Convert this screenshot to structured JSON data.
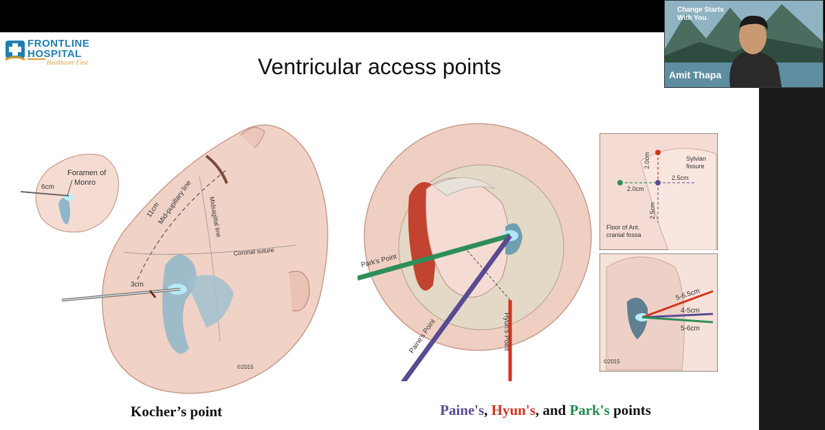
{
  "slide": {
    "title": "Ventricular access points",
    "logo": {
      "line1": "FRONTLINE",
      "line2": "HOSPITAL",
      "tagline": "Healthcare First"
    },
    "left_figure": {
      "labels": [
        "Foramen of Monro",
        "6cm",
        "11cm",
        "Mid-pupillary line",
        "Midsagittal line",
        "Coronal suture",
        "3cm",
        "©2015"
      ],
      "caption": "Kocher’s point"
    },
    "right_figure": {
      "labels": [
        "Park's Point",
        "Paine's Point",
        "Hyun's Point"
      ],
      "inset_top_labels": [
        "2.0cm",
        "2.0cm",
        "2.5cm",
        "2.5cm",
        "Sylvian fissure",
        "Floor of Ant. cranial fossa"
      ],
      "inset_bottom_labels": [
        "5-6.5cm",
        "4-5cm",
        "5-6cm",
        "©2015"
      ],
      "caption": {
        "paine": "Paine's",
        "comma1": ", ",
        "hyun": "Hyun's",
        "and": ", and ",
        "park": "Park's",
        "points": " points"
      }
    }
  },
  "video": {
    "banner_line1": "Change Starts",
    "banner_line2": "With You.",
    "participant_name": "Amit Thapa"
  },
  "colors": {
    "paine": "#5a4a94",
    "hyun": "#d2341f",
    "park": "#1f8c4c",
    "logo_blue": "#1d7fae",
    "logo_gold": "#d89a2a"
  }
}
